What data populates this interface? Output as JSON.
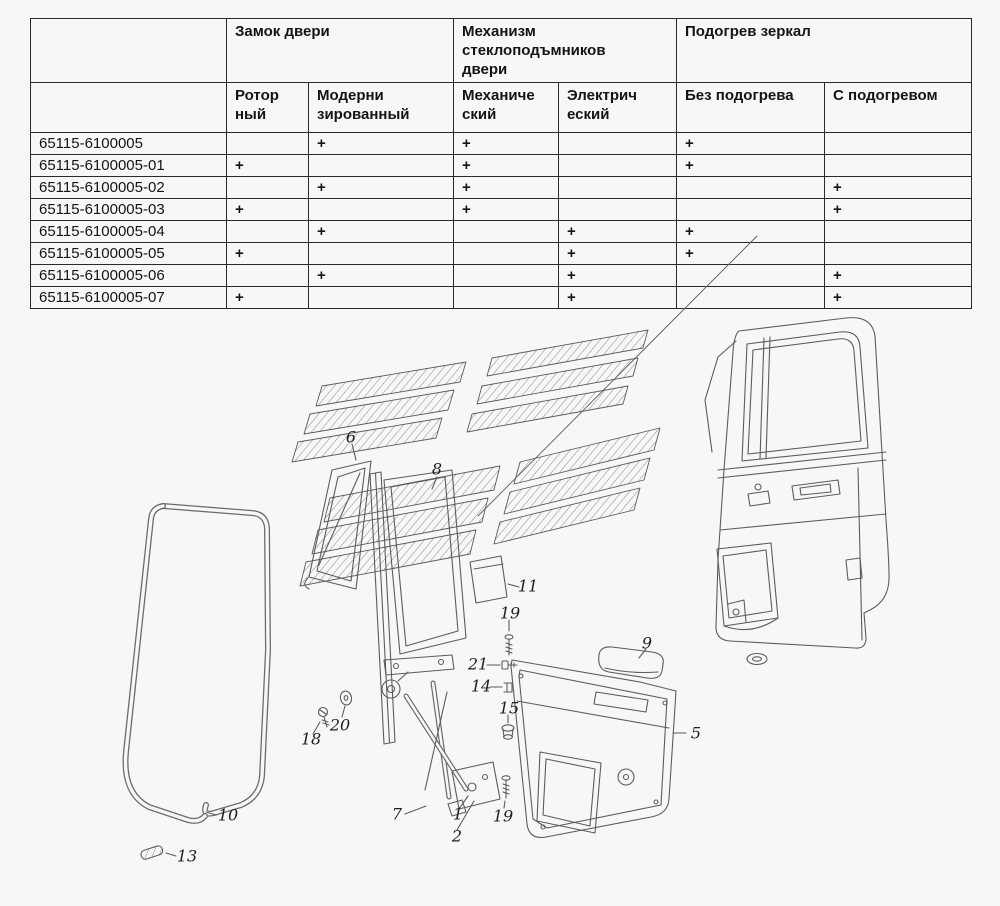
{
  "table": {
    "group_headers": {
      "lock": "Замок двери",
      "regulator": "Механизм\nстеклоподъмников\nдвери",
      "mirror": "Подогрев зеркал"
    },
    "sub_headers": [
      "Ротор\nный",
      "Модерни\nзированный",
      "Механиче\nский",
      "Электрич\nеский",
      "Без подогрева",
      "С подогревом"
    ],
    "rows": [
      {
        "part": "65115-6100005",
        "cells": [
          "",
          "+",
          "+",
          "",
          "+",
          ""
        ]
      },
      {
        "part": "65115-6100005-01",
        "cells": [
          "+",
          "",
          "+",
          "",
          "+",
          ""
        ]
      },
      {
        "part": "65115-6100005-02",
        "cells": [
          "",
          "+",
          "+",
          "",
          "",
          "+"
        ]
      },
      {
        "part": "65115-6100005-03",
        "cells": [
          "+",
          "",
          "+",
          "",
          "",
          "+"
        ]
      },
      {
        "part": "65115-6100005-04",
        "cells": [
          "",
          "+",
          "",
          "+",
          "+",
          ""
        ]
      },
      {
        "part": "65115-6100005-05",
        "cells": [
          "+",
          "",
          "",
          "+",
          "+",
          ""
        ]
      },
      {
        "part": "65115-6100005-06",
        "cells": [
          "",
          "+",
          "",
          "+",
          "",
          "+"
        ]
      },
      {
        "part": "65115-6100005-07",
        "cells": [
          "+",
          "",
          "",
          "+",
          "",
          "+"
        ]
      }
    ]
  },
  "diagram": {
    "callouts": [
      "6",
      "8",
      "11",
      "19",
      "21",
      "14",
      "15",
      "9",
      "5",
      "18",
      "20",
      "7",
      "1",
      "2",
      "19",
      "10",
      "13"
    ]
  },
  "colors": {
    "line": "#5a5d60",
    "table_border": "#2a2a2a",
    "background": "#f7f8f5"
  }
}
